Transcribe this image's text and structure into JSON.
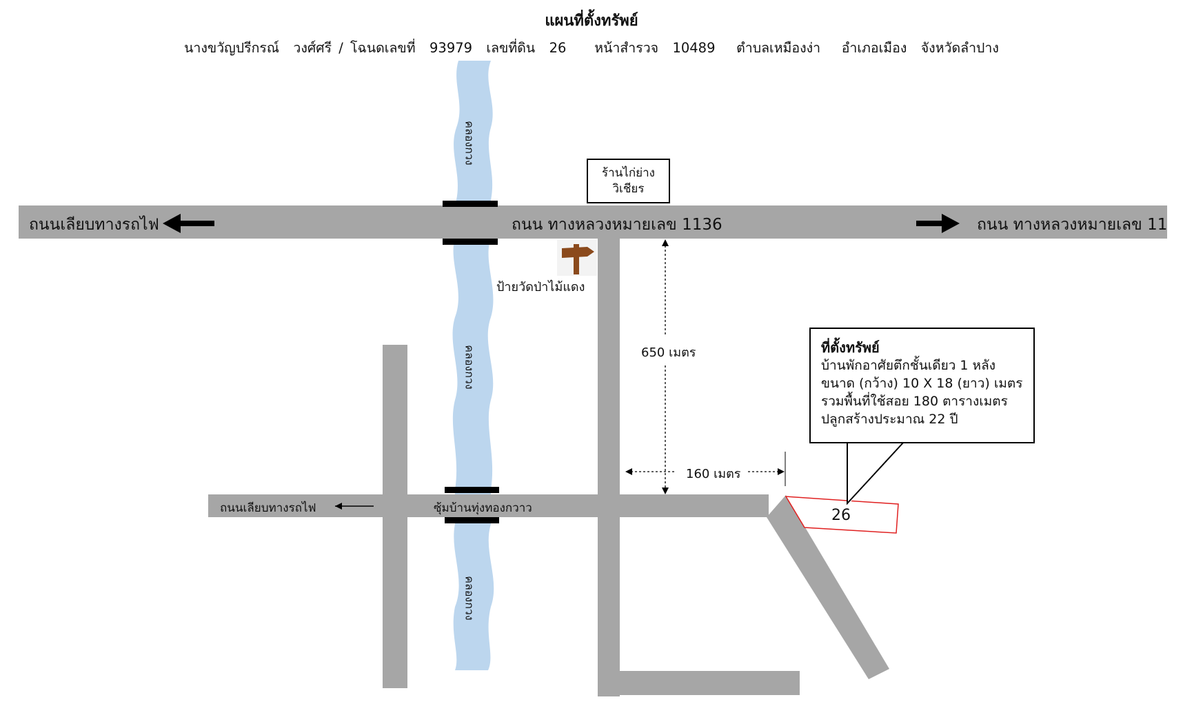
{
  "header": {
    "title": "แผนที่ตั้งทรัพย์",
    "subtitle": "นางขวัญปรีกรณ์  วงศ์ศรี / โฉนดเลขที่  93979  เลขที่ดิน  26    หน้าสำรวจ  10489   ตำบลเหมืองง่า   อำเภอเมือง  จังหวัดลำปาง"
  },
  "roads": {
    "main_road": "ถนน ทางหลวงหมายเลข 1136",
    "west_direction": "ถนนเลียบทางรถไฟ",
    "east_direction": "ถนน ทางหลวงหมายเลข 11",
    "soi": "ซุ้มบ้านทุ่งทองกวาว",
    "soi_west_direction": "ถนนเลียบทางรถไฟ"
  },
  "canal": {
    "label": "คลองกวง"
  },
  "landmarks": {
    "shop_line1": "ร้านไก่ย่าง",
    "shop_line2": "วิเชียร",
    "signpost_label": "ป้ายวัดป่าไม้แดง"
  },
  "distances": {
    "vertical": "650 เมตร",
    "horizontal": "160 เมตร"
  },
  "parcel": {
    "number": "26"
  },
  "property_info": {
    "heading": "ที่ตั้งทรัพย์",
    "lines": [
      "บ้านพักอาศัยตึกชั้นเดียว 1 หลัง",
      "ขนาด (กว้าง) 10 X 18 (ยาว) เมตร",
      "รวมพื้นที่ใช้สอย 180 ตารางเมตร",
      "ปลูกสร้างประมาณ 22 ปี"
    ]
  },
  "colors": {
    "road": "#a6a6a6",
    "canal": "#bcd6ee",
    "parcel_outline": "#e02020",
    "signpost": "#8b4a1c"
  }
}
